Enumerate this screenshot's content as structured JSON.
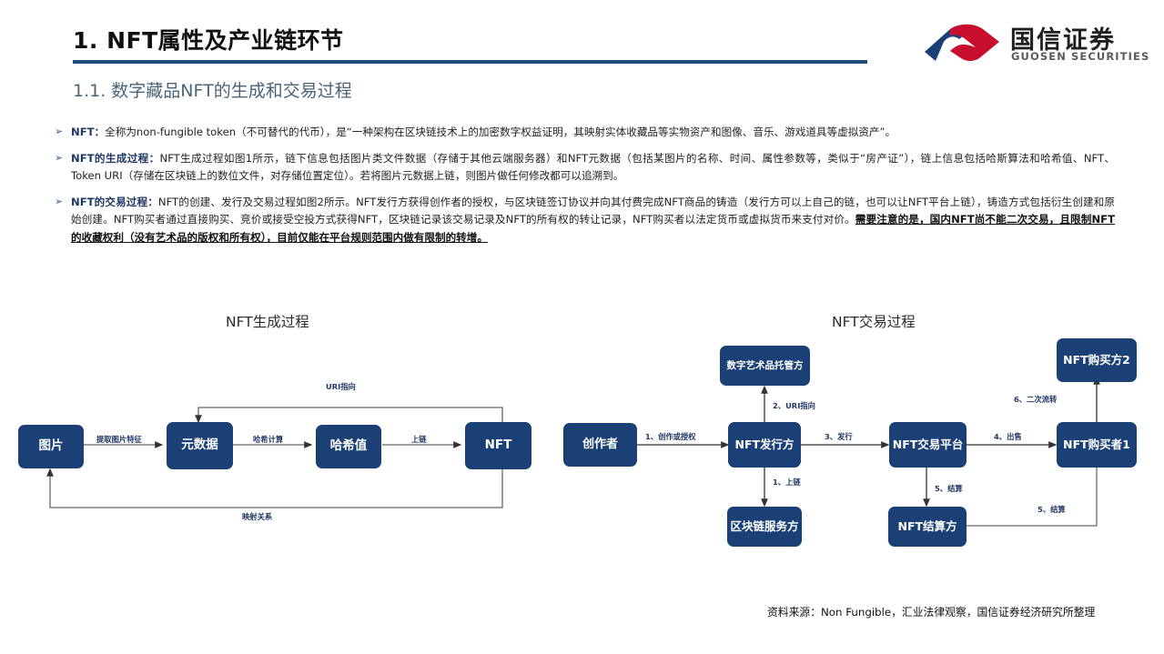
{
  "header": {
    "title": "1. NFT属性及产业链环节",
    "rule_color": "#1F4E79",
    "logo_cn": "国信证券",
    "logo_en": "GUOSEN SECURITIES",
    "logo_red": "#C8102E",
    "logo_blue": "#1A4076"
  },
  "subtitle": "1.1. 数字藏品NFT的生成和交易过程",
  "bullets": [
    {
      "marker": "➢",
      "lead": "NFT：",
      "text": "全称为non-fungible token（不可替代的代币），是“一种架构在区块链技术上的加密数字权益证明，其映射实体收藏品等实物资产和图像、音乐、游戏道具等虚拟资产”。"
    },
    {
      "marker": "➢",
      "lead": "NFT的生成过程：",
      "text": "NFT生成过程如图1所示，链下信息包括图片类文件数据（存储于其他云端服务器）和NFT元数据（包括某图片的名称、时间、属性参数等，类似于“房产证”），链上信息包括哈斯算法和哈希值、NFT、Token URI（存储在区块链上的数位文件，对存储位置定位）。若将图片元数据上链，则图片做任何修改都可以追溯到。"
    },
    {
      "marker": "➢",
      "lead": "NFT的交易过程：",
      "text": "NFT的创建、发行及交易过程如图2所示。NFT发行方获得创作者的授权，与区块链签订协议并向其付费完成NFT商品的铸造（发行方可以上自己的链，也可以让NFT平台上链），铸造方式包括衍生创建和原始创建。NFT购买者通过直接购买、竞价或接受空投方式获得NFT，区块链记录该交易记录及NFT的所有权的转让记录，NFT购买者以法定货币或虚拟货币来支付对价。",
      "emphasis": "需要注意的是，国内NFT尚不能二次交易，且限制NFT的收藏权利（没有艺术品的版权和所有权），目前仅能在平台规则范围内做有限制的转增。"
    }
  ],
  "diagram_left": {
    "title": "NFT生成过程",
    "nodes": [
      {
        "id": "image",
        "label": "图片"
      },
      {
        "id": "metadata",
        "label": "元数据"
      },
      {
        "id": "hash",
        "label": "哈希值"
      },
      {
        "id": "nft",
        "label": "NFT"
      }
    ],
    "edges": [
      {
        "id": "e1",
        "label": "提取图片特征"
      },
      {
        "id": "e2",
        "label": "哈希计算"
      },
      {
        "id": "e3",
        "label": "上链"
      },
      {
        "id": "e4",
        "label": "URI指向"
      },
      {
        "id": "e5",
        "label": "映射关系"
      }
    ]
  },
  "diagram_right": {
    "title": "NFT交易过程",
    "nodes": [
      {
        "id": "custodian",
        "label": "数字艺术品托管方"
      },
      {
        "id": "creator",
        "label": "创作者"
      },
      {
        "id": "issuer",
        "label": "NFT发行方"
      },
      {
        "id": "platform",
        "label": "NFT交易平台"
      },
      {
        "id": "buyer1",
        "label": "NFT购买者1"
      },
      {
        "id": "buyer2",
        "label": "NFT购买方2"
      },
      {
        "id": "chain",
        "label": "区块链服务方"
      },
      {
        "id": "settle",
        "label": "NFT结算方"
      }
    ],
    "edges": [
      {
        "id": "r1",
        "label": "1、创作或授权"
      },
      {
        "id": "r2",
        "label": "2、URI指向"
      },
      {
        "id": "r3",
        "label": "3、发行"
      },
      {
        "id": "r4",
        "label": "4、出售"
      },
      {
        "id": "r5",
        "label": "1、上链"
      },
      {
        "id": "r6",
        "label": "5、结算"
      },
      {
        "id": "r7",
        "label": "5、结算"
      },
      {
        "id": "r8",
        "label": "6、二次流转"
      }
    ]
  },
  "source": "资料来源：Non Fungible，汇业法律观察，国信证券经济研究所整理"
}
